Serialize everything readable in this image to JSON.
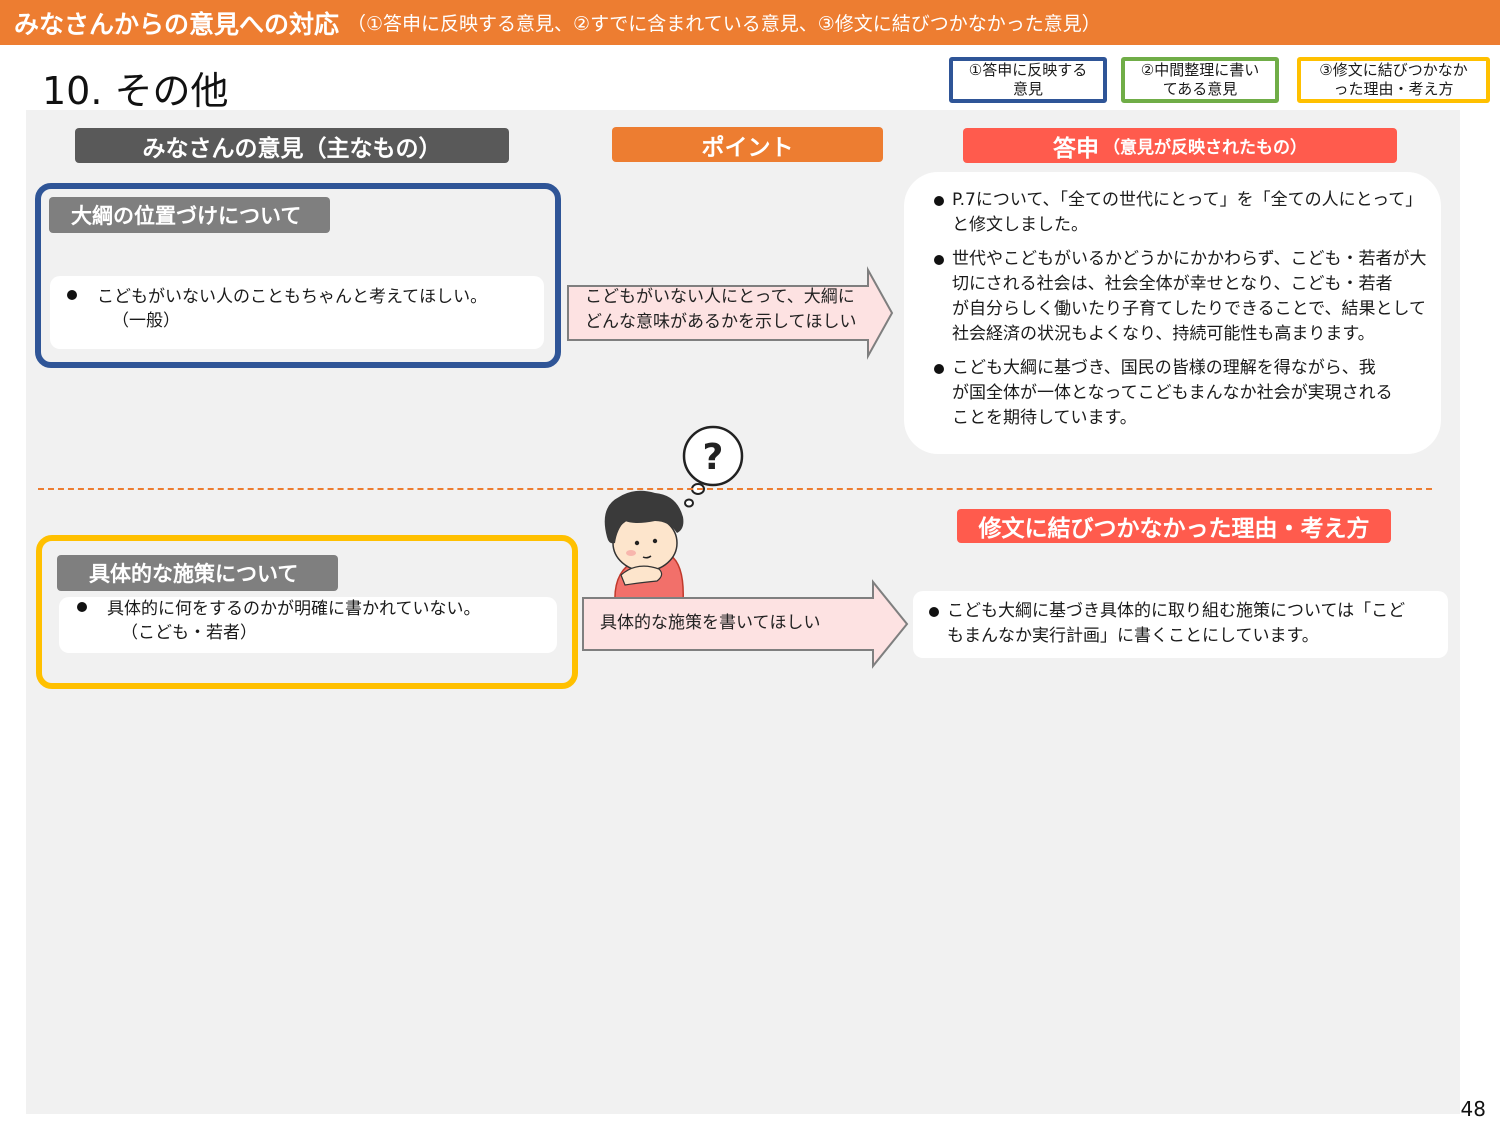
{
  "header": {
    "main": "みなさんからの意見への対応",
    "sub": "（①答申に反映する意見、②すでに含まれている意見、③修文に結びつかなかった意見）"
  },
  "section_title": "10.  その他",
  "legend": [
    {
      "text": "①答申に反映する意見",
      "color": "#2f5597"
    },
    {
      "text": "②中間整理に書いてある意見",
      "color": "#70ad47"
    },
    {
      "text": "③修文に結びつかなかった理由・考え方",
      "color": "#ffc000"
    }
  ],
  "columns": {
    "opinions": "みなさんの意見（主なもの）",
    "point": "ポイント",
    "answer_main": "答申",
    "answer_sub": "（意見が反映されたもの）"
  },
  "section1": {
    "tag": "大綱の位置づけについて",
    "opinion_line1": "こどもがいない人のこともちゃんと考えてほしい。",
    "opinion_line2": "（一般）",
    "point_line1": "こどもがいない人にとって、大綱に",
    "point_line2": "どんな意味があるかを示してほしい",
    "answers": [
      {
        "lines": [
          "P.7について、「全ての世代にとって」を「全ての人にとって」",
          "と修文しました。"
        ]
      },
      {
        "lines": [
          "世代やこどもがいるかどうかにかかわらず、こども・若者が大",
          "切にされる社会は、社会全体が幸せとなり、こども・若者",
          "が自分らしく働いたり子育てしたりできることで、結果として",
          "社会経済の状況もよくなり、持続可能性も高まります。"
        ]
      },
      {
        "lines": [
          "こども大綱に基づき、国民の皆様の理解を得ながら、我",
          "が国全体が一体となってこどもまんなか社会が実現される",
          "ことを期待しています。"
        ]
      }
    ]
  },
  "section2": {
    "heading": "修文に結びつかなかった理由・考え方",
    "tag": "具体的な施策について",
    "opinion_line1": "具体的に何をするのかが明確に書かれていない。",
    "opinion_line2": "（こども・若者）",
    "point": "具体的な施策を書いてほしい",
    "answer_line1": "こども大綱に基づき具体的に取り組む施策については「こど",
    "answer_line2": "もまんなか実行計画」に書くことにしています。"
  },
  "colors": {
    "orange": "#ed7d31",
    "coral": "#ff5b4d",
    "blue_frame": "#2f5597",
    "yellow_frame": "#ffc000",
    "arrow_fill": "#fde2e2"
  },
  "icons": {
    "thinking_child": "thinking-child-illustration",
    "question": "question-mark-icon"
  },
  "page_number": "48"
}
